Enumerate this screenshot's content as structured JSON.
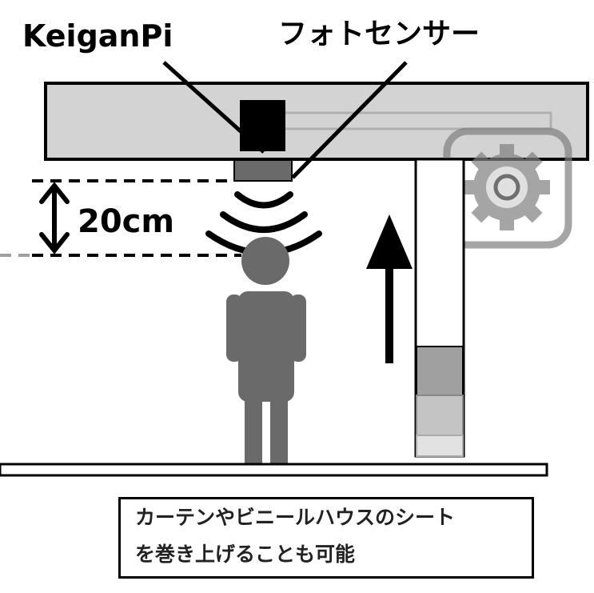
{
  "labels": {
    "keiganpi": "KeiganPi",
    "photosensor": "フォトセンサー",
    "distance": "20cm"
  },
  "caption": {
    "line1": "カーテンやビニールハウスのシート",
    "line2": "を巻き上げることも可能"
  },
  "colors": {
    "beam_fill": "#d3d3d3",
    "keiganpi_box": "#000000",
    "sensor": "#6a6a6a",
    "person": "#6a6a6a",
    "gear": "#808080",
    "curtain_band_dark": "#a0a0a0",
    "curtain_band_mid": "#c4c4c4",
    "curtain_band_light": "#e2e2e2"
  },
  "icons": {
    "gear": "gear-icon",
    "person": "person-icon",
    "arrow": "arrow-up-icon",
    "distance_arrow": "double-arrow-icon",
    "waves": "signal-waves-icon"
  }
}
